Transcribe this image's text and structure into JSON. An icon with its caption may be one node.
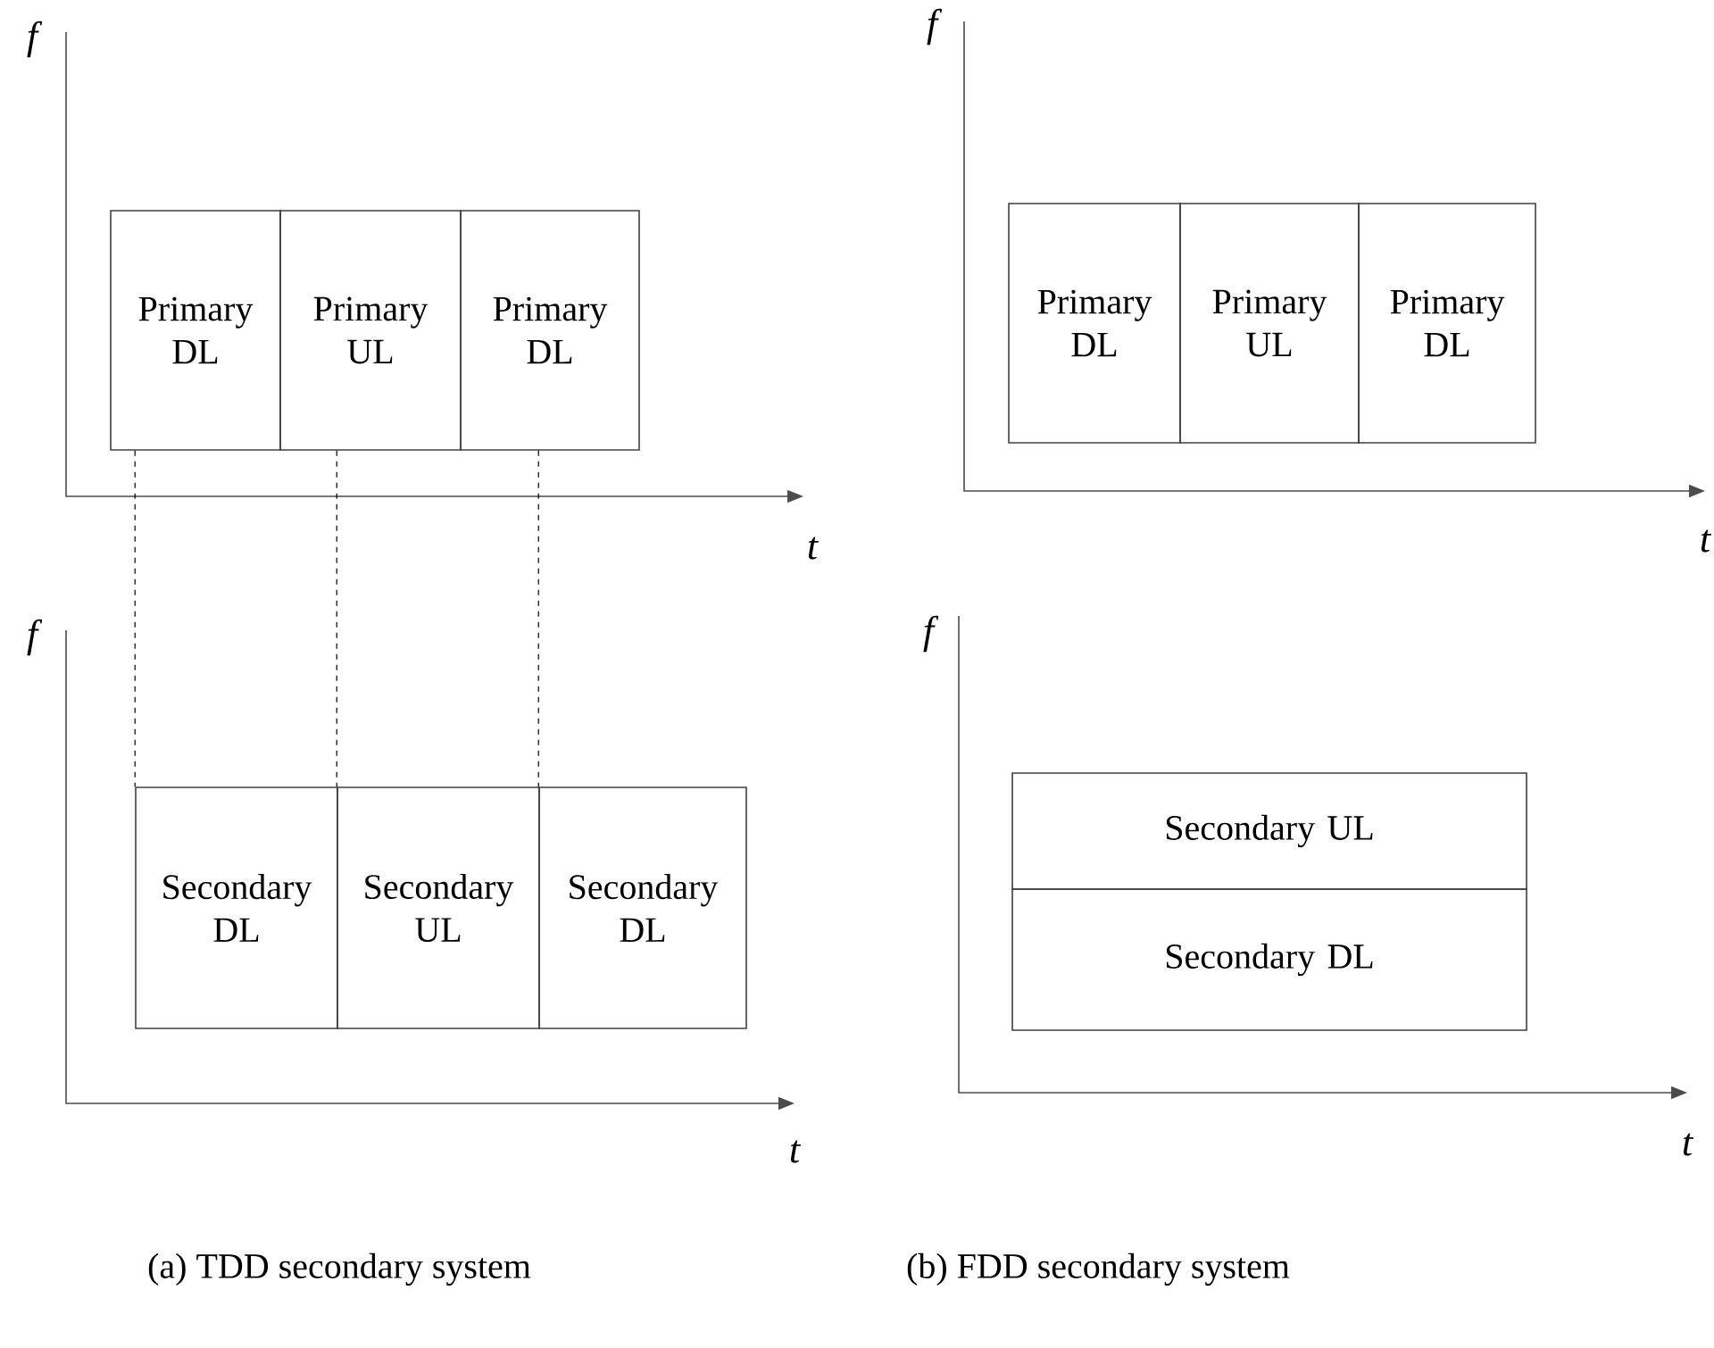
{
  "diagram": {
    "nodes": [
      {
        "text": [
          "Primary DL"
        ]
      },
      {
        "text": [
          "Primary UL"
        ]
      },
      {
        "text": [
          "Primary DL"
        ]
      },
      {
        "text": [
          "Secondary DL"
        ]
      },
      {
        "text": [
          "Secondary UL"
        ]
      },
      {
        "text": [
          "Secondary DL"
        ]
      },
      {
        "text": [
          "Primary DL"
        ]
      },
      {
        "text": [
          "Primary UL"
        ]
      },
      {
        "text": [
          "Primary DL"
        ]
      },
      {
        "text": [
          "Secondary UL"
        ]
      },
      {
        "text": [
          "Secondary DL"
        ]
      }
    ],
    "edges": [
      {
        "from": 0,
        "to": 3,
        "arrow": "none",
        "style": "dashed"
      },
      {
        "from": 1,
        "to": 4,
        "arrow": "none",
        "style": "dashed"
      },
      {
        "from": 2,
        "to": 5,
        "arrow": "none",
        "style": "dashed"
      }
    ],
    "labels": [
      "f",
      "f",
      "t",
      "t",
      "f",
      "f",
      "t",
      "t",
      "(a) TDD secondary system",
      "(b) FDD secondary system"
    ]
  }
}
